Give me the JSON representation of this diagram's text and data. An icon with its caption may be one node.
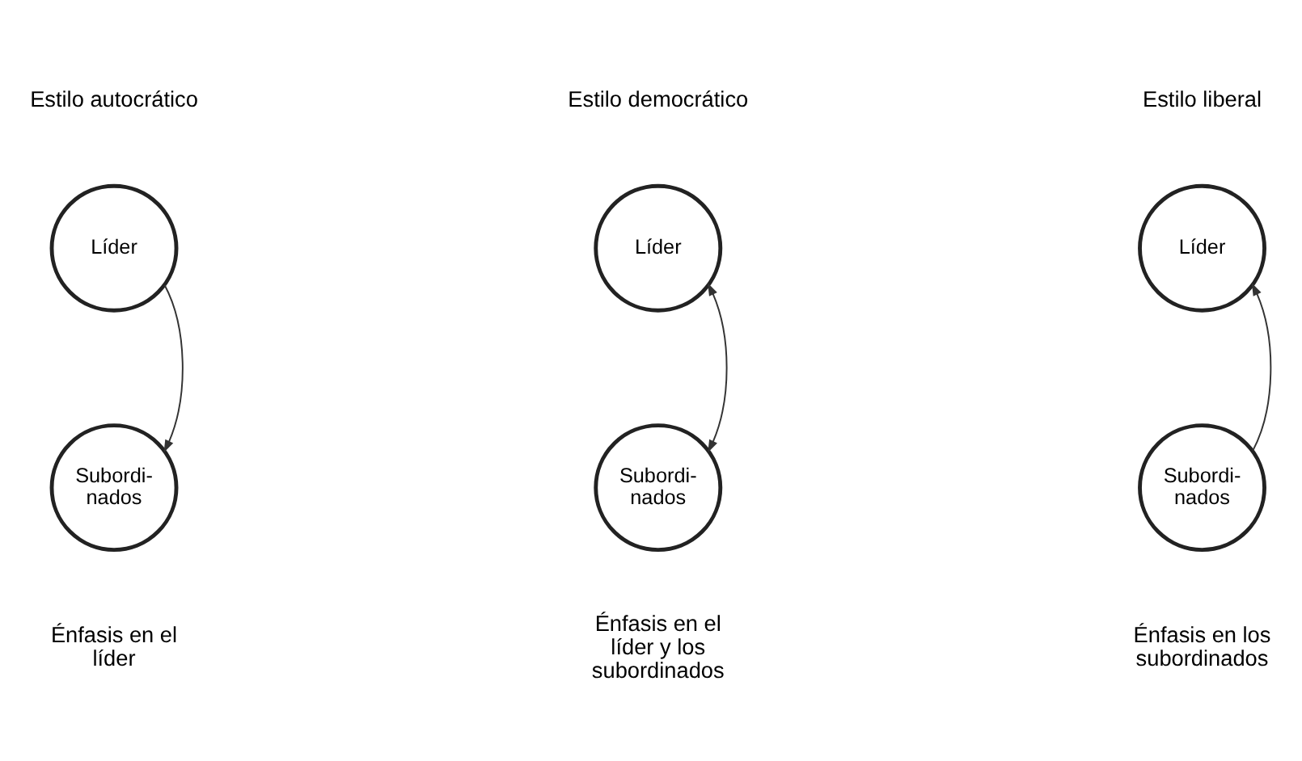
{
  "diagram": {
    "nodes": [
      {
        "text": [
          "Líder"
        ]
      },
      {
        "text": [
          "Líder"
        ]
      },
      {
        "text": [
          "Líder"
        ]
      },
      {
        "text": [
          "Subordi- nados"
        ]
      },
      {
        "text": [
          "Subordi- nados"
        ]
      },
      {
        "text": [
          "Subordi- nados"
        ]
      }
    ],
    "edges": [
      {
        "from": 0,
        "to": 3,
        "arrow": "to"
      },
      {
        "from": 1,
        "to": 4,
        "arrow": "both"
      },
      {
        "from": 5,
        "to": 2,
        "arrow": "to"
      }
    ],
    "labels": [
      "Estilo autocrático",
      "Estilo democrático",
      "Estilo liberal",
      "Énfasis en el líder",
      "Énfasis en el líder y los subordinados",
      "Énfasis en los subordinados"
    ]
  }
}
